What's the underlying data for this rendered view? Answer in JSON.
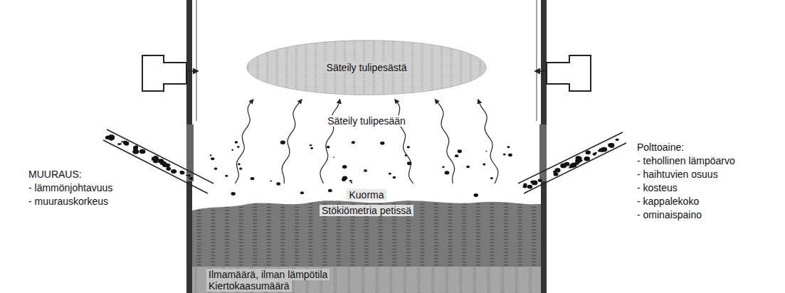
{
  "diagram": {
    "nodes": [
      {
        "text": [
          "Säteily tulipesästä"
        ]
      },
      {
        "text": [
          "Kuorma",
          "Stökiömetria petissä"
        ]
      },
      {
        "text": [
          "Ilmamäärä, ilman lämpötila",
          "Kiertokaasumäärä"
        ]
      }
    ],
    "labels": [
      "Säteily tulipesään",
      "MUURAUS:",
      "- lämmönjohtavuus",
      "- muurauskorkeus",
      "Polttoaine:",
      "- tehollinen lämpöarvo",
      "- haihtuvien osuus",
      "- kosteus",
      "- kappalekoko",
      "- ominaispaino"
    ]
  }
}
